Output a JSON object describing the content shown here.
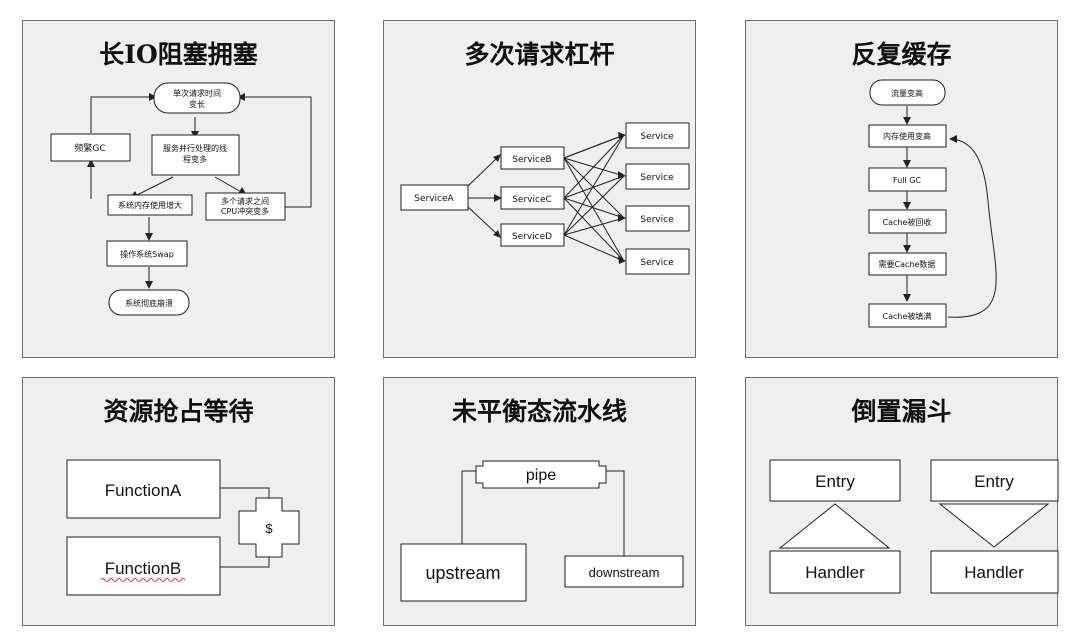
{
  "panels": [
    {
      "title": "长IO阻塞拥塞",
      "nodes": {
        "n1_l1": "单次请求时间",
        "n1_l2": "变长",
        "n2_l1": "服务并行处理的线",
        "n2_l2": "程变多",
        "n3": "频繁GC",
        "n4": "系统内存使用增大",
        "n5_l1": "多个请求之间",
        "n5_l2": "CPU冲突变多",
        "n6": "操作系统Swap",
        "n7": "系统彻底崩溃"
      }
    },
    {
      "title": "多次请求杠杆",
      "nodes": {
        "a": "ServiceA",
        "b": "ServiceB",
        "c": "ServiceC",
        "d": "ServiceD",
        "s1": "Service",
        "s2": "Service",
        "s3": "Service",
        "s4": "Service"
      }
    },
    {
      "title": "反复缓存",
      "nodes": {
        "n1": "流量变高",
        "n2": "内存使用变高",
        "n3": "Full GC",
        "n4": "Cache被回收",
        "n5": "需要Cache数据",
        "n6": "Cache被填满"
      }
    },
    {
      "title": "资源抢占等待",
      "nodes": {
        "fa": "FunctionA",
        "fb": "FunctionB",
        "res": "$"
      }
    },
    {
      "title": "未平衡态流水线",
      "nodes": {
        "pipe": "pipe",
        "up": "upstream",
        "down": "downstream"
      }
    },
    {
      "title": "倒置漏斗",
      "nodes": {
        "e1": "Entry",
        "h1": "Handler",
        "e2": "Entry",
        "h2": "Handler"
      }
    }
  ]
}
